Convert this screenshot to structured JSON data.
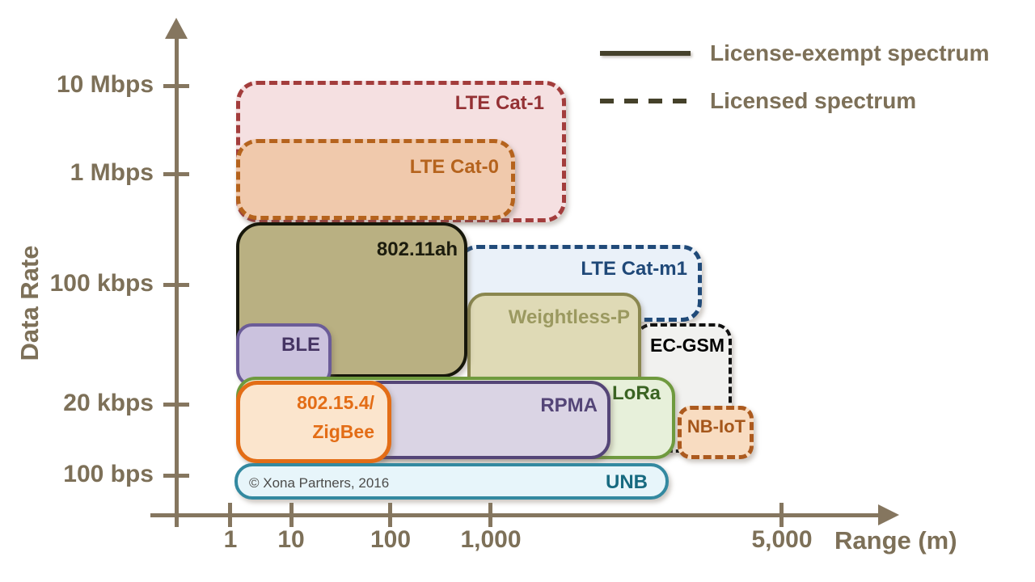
{
  "figure": {
    "background": "#ffffff",
    "axes": {
      "color": "#85765f",
      "text_color": "#7d7058",
      "y_title": "Data Rate",
      "x_title": "Range (m)",
      "y_ticks": [
        "10 Mbps",
        "1 Mbps",
        "100 kbps",
        "20 kbps",
        "100 bps"
      ],
      "x_ticks": [
        "1",
        "10",
        "100",
        "1,000",
        "5,000"
      ]
    },
    "legend": {
      "line_color": "#45412a",
      "text_color": "#7d7058",
      "items": [
        {
          "style": "solid",
          "label": "License-exempt spectrum"
        },
        {
          "style": "dashed",
          "label": "Licensed spectrum"
        }
      ]
    },
    "copyright": "© Xona Partners, 2016",
    "copyright_color": "#4c4c4a",
    "boxes": {
      "lte_cat_1": {
        "label": "LTE Cat-1",
        "spectrum": "licensed",
        "border_style": "dashed",
        "fill": "#f5e0e1",
        "border": "#a33d3c",
        "text": "#943134"
      },
      "lte_cat_0": {
        "label": "LTE Cat-0",
        "spectrum": "licensed",
        "border_style": "dashed",
        "fill": "#f0c9ac",
        "border": "#b5631d",
        "text": "#b5631d"
      },
      "lte_cat_m1": {
        "label": "LTE Cat-m1",
        "spectrum": "licensed",
        "border_style": "dashed",
        "fill": "#eaf1f9",
        "border": "#204a79",
        "text": "#1f4878"
      },
      "ec_gsm": {
        "label": "EC-GSM",
        "spectrum": "licensed",
        "border_style": "dashed",
        "fill": "#f1f1ef",
        "border": "#111111",
        "text": "#000000"
      },
      "weightless_p": {
        "label": "Weightless-P",
        "spectrum": "license-exempt",
        "border_style": "solid",
        "fill": "#dfdab6",
        "border": "#8a874f",
        "text": "#9b9960"
      },
      "wifi_802_11ah": {
        "label": "802.11ah",
        "spectrum": "license-exempt",
        "border_style": "solid",
        "fill": "#b9b082",
        "border": "#17170b",
        "text": "#1c1c0e"
      },
      "ble": {
        "label": "BLE",
        "spectrum": "license-exempt",
        "border_style": "solid",
        "fill": "#cbc2de",
        "border": "#6b5c98",
        "text": "#453463"
      },
      "lora": {
        "label": "LoRa",
        "spectrum": "license-exempt",
        "border_style": "solid",
        "fill": "#e7f0da",
        "border": "#6f9a3e",
        "text": "#3a6322"
      },
      "rpma": {
        "label": "RPMA",
        "spectrum": "license-exempt",
        "border_style": "solid",
        "fill": "#dad4e4",
        "border": "#544577",
        "text": "#544577"
      },
      "zigbee": {
        "label_line1": "802.15.4/",
        "label_line2": "ZigBee",
        "spectrum": "license-exempt",
        "border_style": "solid",
        "fill": "#fbe5cd",
        "border": "#e36d16",
        "text": "#e36d16"
      },
      "nb_iot": {
        "label": "NB-IoT",
        "spectrum": "licensed",
        "border_style": "dashed",
        "fill": "#f8dcc1",
        "border": "#ac5a1e",
        "text": "#a5561a"
      },
      "unb": {
        "label": "UNB",
        "spectrum": "license-exempt",
        "border_style": "solid",
        "fill": "#e7f5fa",
        "border": "#3389a0",
        "text": "#176a80"
      }
    }
  },
  "chart_data": {
    "type": "area",
    "title": "",
    "xlabel": "Range (m)",
    "ylabel": "Data Rate",
    "x_ticks": [
      "1",
      "10",
      "100",
      "1,000",
      "5,000"
    ],
    "y_ticks": [
      "10 Mbps",
      "1 Mbps",
      "100 kbps",
      "20 kbps",
      "100 bps"
    ],
    "x_scale": "logarithmic (schematic)",
    "y_scale": "logarithmic (schematic)",
    "legend_position": "top-right",
    "grid": false,
    "series": [
      {
        "name": "LTE Cat-1",
        "spectrum": "licensed",
        "range_m": [
          1,
          2000
        ],
        "data_rate_min": "400 kbps",
        "data_rate_max": "10 Mbps"
      },
      {
        "name": "LTE Cat-0",
        "spectrum": "licensed",
        "range_m": [
          1,
          1200
        ],
        "data_rate_min": "400 kbps",
        "data_rate_max": "3 Mbps"
      },
      {
        "name": "802.11ah",
        "spectrum": "license-exempt",
        "range_m": [
          1,
          700
        ],
        "data_rate_min": "30 kbps",
        "data_rate_max": "400 kbps"
      },
      {
        "name": "LTE Cat-m1",
        "spectrum": "licensed",
        "range_m": [
          700,
          3000
        ],
        "data_rate_min": "50 kbps",
        "data_rate_max": "200 kbps"
      },
      {
        "name": "Weightless-P",
        "spectrum": "license-exempt",
        "range_m": [
          800,
          2400
        ],
        "data_rate_min": "2 kbps",
        "data_rate_max": "90 kbps"
      },
      {
        "name": "EC-GSM",
        "spectrum": "licensed",
        "range_m": [
          2400,
          3400
        ],
        "data_rate_min": "2 kbps",
        "data_rate_max": "50 kbps"
      },
      {
        "name": "BLE",
        "spectrum": "license-exempt",
        "range_m": [
          1,
          25
        ],
        "data_rate_min": "25 kbps",
        "data_rate_max": "50 kbps"
      },
      {
        "name": "802.15.4/ZigBee",
        "spectrum": "license-exempt",
        "range_m": [
          1,
          100
        ],
        "data_rate_min": "300 bps",
        "data_rate_max": "30 kbps"
      },
      {
        "name": "RPMA",
        "spectrum": "license-exempt",
        "range_m": [
          50,
          2000
        ],
        "data_rate_min": "300 bps",
        "data_rate_max": "30 kbps"
      },
      {
        "name": "LoRa",
        "spectrum": "license-exempt",
        "range_m": [
          1,
          2700
        ],
        "data_rate_min": "300 bps",
        "data_rate_max": "32 kbps"
      },
      {
        "name": "NB-IoT",
        "spectrum": "licensed",
        "range_m": [
          2700,
          4500
        ],
        "data_rate_min": "250 bps",
        "data_rate_max": "20 kbps"
      },
      {
        "name": "UNB",
        "spectrum": "license-exempt",
        "range_m": [
          1,
          2600
        ],
        "data_rate_min": "100 bps",
        "data_rate_max": "250 bps"
      }
    ]
  }
}
